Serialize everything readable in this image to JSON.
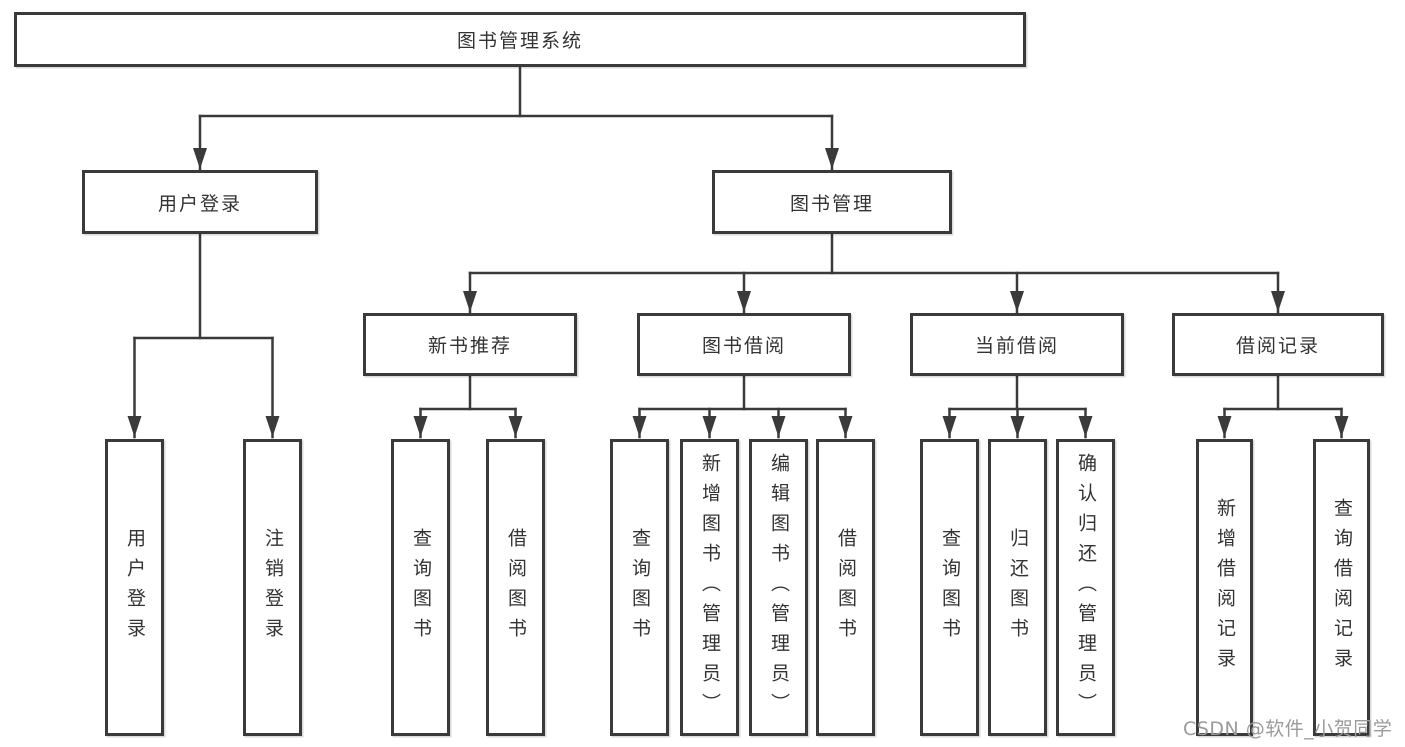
{
  "diagram": {
    "root": {
      "label": "图书管理系统"
    },
    "level2": {
      "user_login": {
        "label": "用户登录"
      },
      "book_management": {
        "label": "图书管理"
      }
    },
    "level3": {
      "new_book_recommend": {
        "label": "新书推荐"
      },
      "book_borrow": {
        "label": "图书借阅"
      },
      "current_borrow": {
        "label": "当前借阅"
      },
      "borrow_record": {
        "label": "借阅记录"
      }
    },
    "leaves": {
      "user_login_leaf": {
        "label": "用户登录"
      },
      "logout": {
        "label": "注销登录"
      },
      "nbr_query_book": {
        "label": "查询图书"
      },
      "nbr_borrow_book": {
        "label": "借阅图书"
      },
      "bb_query_book": {
        "label": "查询图书"
      },
      "bb_add_book": {
        "label": "新增图书（管理员）"
      },
      "bb_edit_book": {
        "label": "编辑图书（管理员）"
      },
      "bb_borrow_book": {
        "label": "借阅图书"
      },
      "cb_query_book": {
        "label": "查询图书"
      },
      "cb_return_book": {
        "label": "归还图书"
      },
      "cb_confirm_return": {
        "label": "确认归还（管理员）"
      },
      "br_add_record": {
        "label": "新增借阅记录"
      },
      "br_query_record": {
        "label": "查询借阅记录"
      }
    }
  },
  "watermark": {
    "text": "CSDN @软件_小贺同学"
  },
  "colors": {
    "line": "#3a3a3a",
    "box_border": "#3a3a3a",
    "text": "#333333",
    "watermark": "#9b9b9b",
    "background": "#ffffff"
  }
}
